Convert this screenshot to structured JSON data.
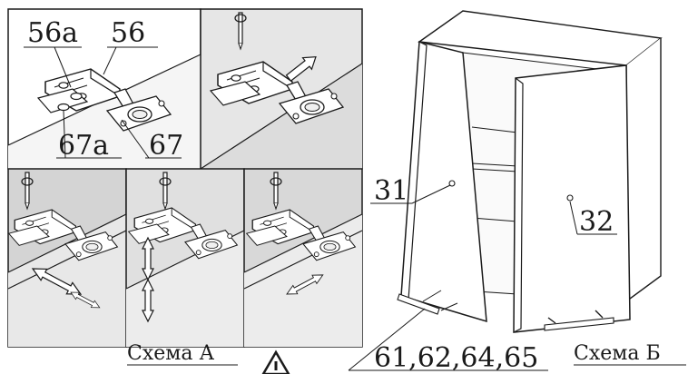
{
  "labels": {
    "part_56a": "56a",
    "part_56": "56",
    "part_67a": "67a",
    "part_67": "67",
    "part_31": "31",
    "part_32": "32",
    "parts_bottom": "61,62,64,65",
    "scheme_a": "Схема А",
    "scheme_b": "Схема Б"
  },
  "icons": {
    "warning": "warning-triangle-icon"
  },
  "colors": {
    "line": "#1a1a1a",
    "panel_top_gray": "#e6e6e6",
    "panel_bottom_gray": "#d4d4d4",
    "board_gray": "#eeeeee"
  }
}
